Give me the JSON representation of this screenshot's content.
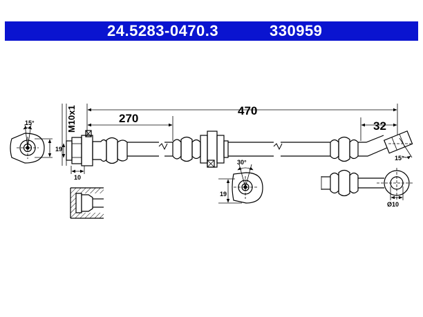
{
  "header": {
    "part_number": "24.5283-0470.3",
    "ref_number": "330959",
    "bar_color": "#0a14d0"
  },
  "dimensions": {
    "total_length": "470",
    "partial_length": "270",
    "end_offset": "32",
    "thread": "M10x1",
    "width_left": "19",
    "angle_left": "15°",
    "width_10": "10",
    "angle_mid": "30°",
    "width_mid": "19",
    "angle_right": "15°",
    "diameter_right": "Ø10"
  }
}
